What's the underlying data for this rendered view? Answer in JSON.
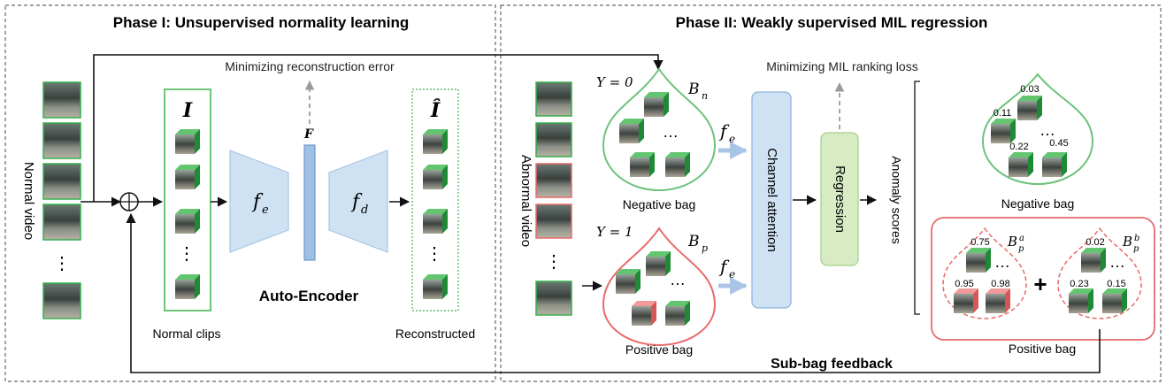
{
  "phase1": {
    "title": "Phase I: Unsupervised normality learning",
    "normal_video_label": "Normal video",
    "recon_error_label": "Minimizing reconstruction error",
    "input_label": "I",
    "output_label": "Î",
    "feature_label": "F",
    "encoder_label": "f",
    "encoder_sub": "e",
    "decoder_label": "f",
    "decoder_sub": "d",
    "autoencoder_label": "Auto-Encoder",
    "normal_clips_label": "Normal clips",
    "reconstructed_label": "Reconstructed",
    "ellipsis": "⋮"
  },
  "phase2": {
    "title": "Phase II: Weakly supervised MIL regression",
    "abnormal_video_label": "Abnormal video",
    "mil_loss_label": "Minimizing MIL ranking loss",
    "y0_label": "Y = 0",
    "y1_label": "Y = 1",
    "bn_label": "B",
    "bn_sub": "n",
    "bp_label": "B",
    "bp_sub": "p",
    "fe_label": "f",
    "fe_sub": "e",
    "negative_bag_label": "Negative bag",
    "positive_bag_label": "Positive bag",
    "channel_attention_label": "Channel attention",
    "regression_label": "Regression",
    "anomaly_scores_label": "Anomaly scores",
    "neg_scores": [
      "0.03",
      "0.11",
      "0.22",
      "0.45"
    ],
    "pos_a_scores": [
      "0.75",
      "0.95",
      "0.98"
    ],
    "pos_b_scores": [
      "0.02",
      "0.23",
      "0.15"
    ],
    "bpa_label": "B",
    "bpa_sub": "p",
    "bpa_sup": "a",
    "bpb_label": "B",
    "bpb_sub": "p",
    "bpb_sup": "b",
    "neg_bag_out_label": "Negative bag",
    "pos_bag_out_label": "Positive bag",
    "plus": "+",
    "dots": "…",
    "ellipsis": "⋮",
    "subbag_feedback_label": "Sub-bag feedback"
  },
  "colors": {
    "green": "#6cc27c",
    "red": "#e86a6a",
    "blue_fill": "#cfe2f3",
    "blue_stroke": "#8fb4dc",
    "regression_fill": "#d9ebc4",
    "regression_stroke": "#a6cf86",
    "gray": "#999999",
    "cube_green": "#35b04a",
    "cube_red": "#e86a6a"
  }
}
